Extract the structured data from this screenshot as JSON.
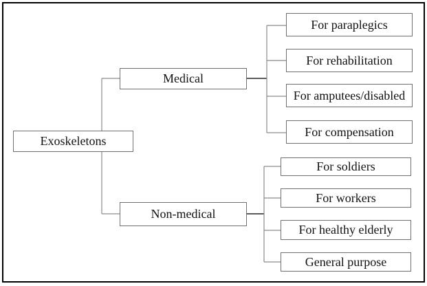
{
  "diagram": {
    "root": "Exoskeletons",
    "branches": [
      {
        "label": "Medical",
        "children": [
          "For paraplegics",
          "For rehabilitation",
          "For amputees/disabled",
          "For compensation"
        ]
      },
      {
        "label": "Non-medical",
        "children": [
          "For soldiers",
          "For workers",
          "For healthy elderly",
          "General purpose"
        ]
      }
    ]
  }
}
